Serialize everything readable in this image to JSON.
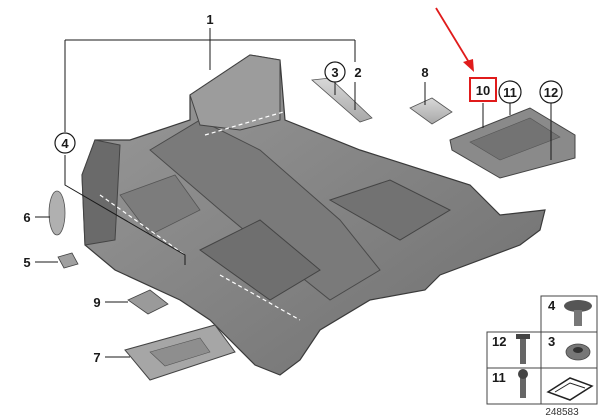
{
  "callouts": {
    "c1": "1",
    "c2": "2",
    "c3": "3",
    "c4": "4",
    "c5": "5",
    "c6": "6",
    "c7": "7",
    "c8": "8",
    "c9": "9",
    "c10": "10",
    "c11": "11",
    "c12": "12"
  },
  "legend": {
    "l4": "4",
    "l12": "12",
    "l3": "3",
    "l11": "11"
  },
  "diagram_ref": "248583",
  "colors": {
    "highlight": "#e01b1b",
    "part_fill": "#8c8c8c",
    "part_dark": "#5f5f5f"
  }
}
